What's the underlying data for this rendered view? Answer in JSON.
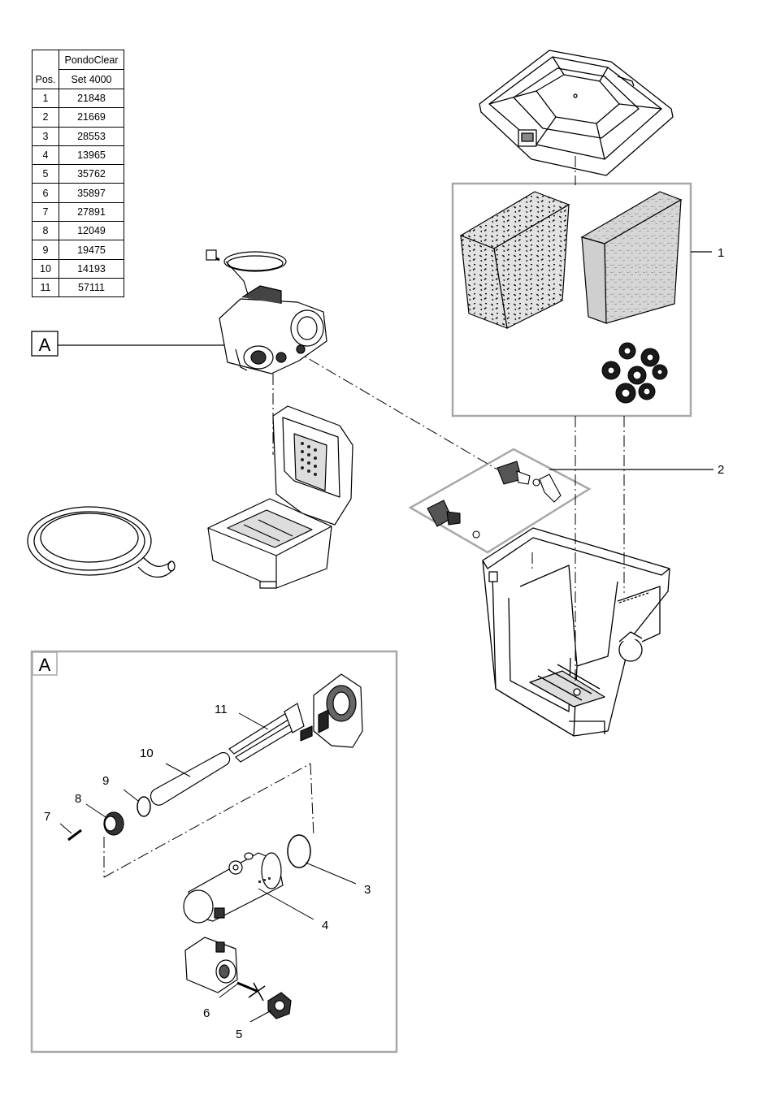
{
  "table": {
    "pos_header": "Pos.",
    "product_header": [
      "PondoClear",
      "Set 4000"
    ],
    "rows": [
      {
        "pos": "1",
        "part": "21848"
      },
      {
        "pos": "2",
        "part": "21669"
      },
      {
        "pos": "3",
        "part": "28553"
      },
      {
        "pos": "4",
        "part": "13965"
      },
      {
        "pos": "5",
        "part": "35762"
      },
      {
        "pos": "6",
        "part": "35897"
      },
      {
        "pos": "7",
        "part": "27891"
      },
      {
        "pos": "8",
        "part": "12049"
      },
      {
        "pos": "9",
        "part": "19475"
      },
      {
        "pos": "10",
        "part": "14193"
      },
      {
        "pos": "11",
        "part": "57111"
      }
    ]
  },
  "callouts": {
    "detail_tag": "A",
    "detail_box_tag": "A",
    "p1": "1",
    "p2": "2",
    "p3": "3",
    "p4": "4",
    "p5": "5",
    "p6": "6",
    "p7": "7",
    "p8": "8",
    "p9": "9",
    "p10": "10",
    "p11": "11"
  },
  "colors": {
    "line": "#000000",
    "frame": "#a8a8a8",
    "sponge_fill": "#d4d4d4",
    "dark_fill": "#222222"
  }
}
